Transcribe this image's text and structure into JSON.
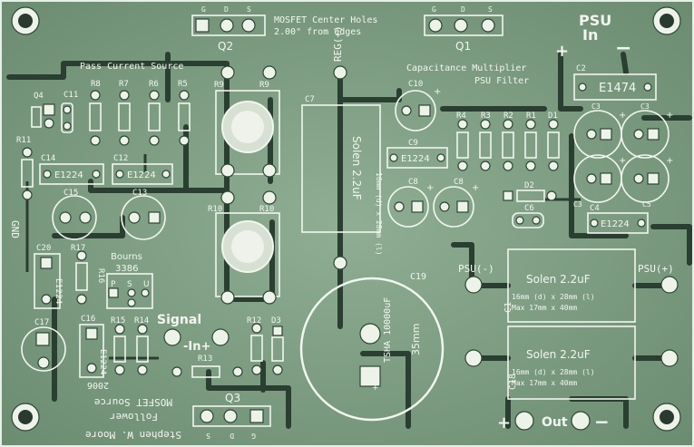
{
  "header": {
    "mosfet_note_line1": "MOSFET Center Holes",
    "mosfet_note_line2": "2.00\" from edges",
    "psu_in_line1": "PSU",
    "psu_in_line2": "In",
    "plus": "+",
    "minus": "−"
  },
  "labels": {
    "q1": "Q1",
    "q2": "Q2",
    "q3": "Q3",
    "q4": "Q4",
    "gds_g": "G",
    "gds_d": "D",
    "gds_s": "S",
    "pass_current_source": "Pass Current Source",
    "cap_mult_line1": "Capacitance Multiplier",
    "cap_mult_line2": "PSU Filter",
    "reg": "REG(+)",
    "c1": "C1",
    "c2": "C2",
    "c3": "C3",
    "c4": "C4",
    "c5": "C5",
    "c6": "C6",
    "c7": "C7",
    "c8": "C8",
    "c9": "C9",
    "c10": "C10",
    "c11": "C11",
    "c12": "C12",
    "c13": "C13",
    "c14": "C14",
    "c15": "C15",
    "c16": "C16",
    "c17": "C17",
    "c18": "C18",
    "c19": "C19",
    "c20": "C20",
    "r1": "R1",
    "r2": "R2",
    "r3": "R3",
    "r4": "R4",
    "r5": "R5",
    "r6": "R6",
    "r7": "R7",
    "r8": "R8",
    "r9": "R9",
    "r10": "R10",
    "r11": "R11",
    "r12": "R12",
    "r13": "R13",
    "r14": "R14",
    "r15": "R15",
    "r16": "R16",
    "r17": "R17",
    "d1": "D1",
    "d2": "D2",
    "d3": "D3",
    "e1474": "E1474",
    "e1224": "E1224",
    "bourns_line1": "Bourns",
    "bourns_line2": "3386",
    "pot_p": "P",
    "pot_s": "S",
    "pot_u": "U",
    "gnd": "GND",
    "psu_minus": "PSU(-)",
    "psu_plus": "PSU(+)",
    "signal": "Signal",
    "in_plus": "-In+",
    "out": "Out",
    "tsha": "TSHA 10000uF",
    "size_35": "35mm",
    "solen_vertical": "Solen 2.2uF",
    "solen_vertical_dims": "16mm (d) x 28mm (l)",
    "solen_1_title": "Solen 2.2uF",
    "solen_1_dims": "16mm (d) x 28mm (l)",
    "solen_1_max": "Max  17mm x 40mm",
    "solen_2_title": "Solen 2.2uF",
    "solen_2_dims": "16mm (d) x 28mm (l)",
    "solen_2_max": "Max  17mm x 40mm",
    "year": "2006",
    "mirror_line1": "MOSFET Source",
    "mirror_line2": "Follower",
    "author": "Stephen W. Moore"
  },
  "colors": {
    "board": "#7f9f86",
    "silkscreen": "#f2f6ee",
    "trace": "#2a3e31"
  }
}
